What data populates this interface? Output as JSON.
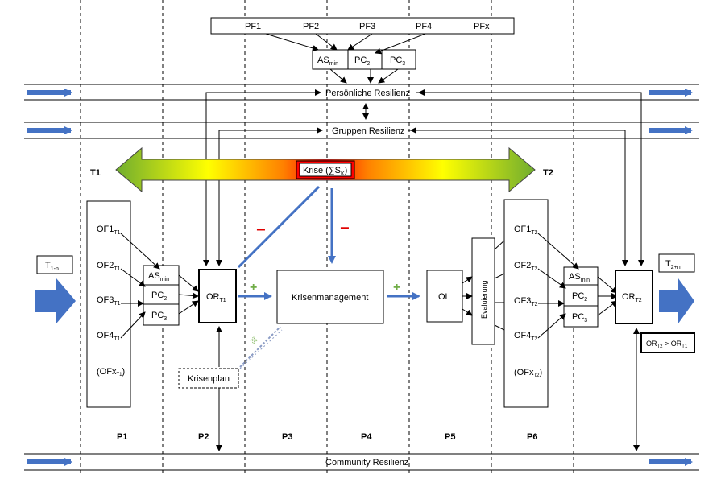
{
  "pf_bar": {
    "items": [
      "PF1",
      "PF2",
      "PF3",
      "PF4",
      "PFx"
    ]
  },
  "pc_top": {
    "as": "AS",
    "as_sub": "min",
    "pc2": "PC",
    "pc2_sub": "2",
    "pc3": "PC",
    "pc3_sub": "3"
  },
  "bands": {
    "personal": "Persönliche Resilienz",
    "group": "Gruppen Resilienz",
    "community": "Community Resilienz"
  },
  "timeline": {
    "t1": "T1",
    "t2": "T2",
    "crisis_label": "Krise (∑S",
    "crisis_sub": "K",
    "crisis_close": ")"
  },
  "left_time": {
    "main": "T",
    "sub": "1-n"
  },
  "right_time": {
    "main": "T",
    "sub": "2+n"
  },
  "of_t1": {
    "items": [
      {
        "main": "OF1",
        "sub": "T1"
      },
      {
        "main": "OF2",
        "sub": "T1"
      },
      {
        "main": "OF3",
        "sub": "T1"
      },
      {
        "main": "OF4",
        "sub": "T1"
      }
    ],
    "extra_main": "(OFx",
    "extra_sub": "T1",
    "extra_close": ")"
  },
  "of_t2": {
    "items": [
      {
        "main": "OF1",
        "sub": "T2"
      },
      {
        "main": "OF2",
        "sub": "T2"
      },
      {
        "main": "OF3",
        "sub": "T2"
      },
      {
        "main": "OF4",
        "sub": "T2"
      }
    ],
    "extra_main": "(OFx",
    "extra_sub": "T2",
    "extra_close": ")"
  },
  "pc_left": {
    "as": "AS",
    "as_sub": "min",
    "pc2": "PC",
    "pc2_sub": "2",
    "pc3": "PC",
    "pc3_sub": "3"
  },
  "pc_right": {
    "as": "AS",
    "as_sub": "min",
    "pc2": "PC",
    "pc2_sub": "2",
    "pc3": "PC",
    "pc3_sub": "3"
  },
  "or_t1": {
    "main": "OR",
    "sub": "T1"
  },
  "or_t2": {
    "main": "OR",
    "sub": "T2"
  },
  "compare": {
    "a": "OR",
    "a_sub": "T2",
    "op": " > ",
    "b": "OR",
    "b_sub": "T1"
  },
  "krisenmanagement": "Krisenmanagement",
  "krisenplan": "Krisenplan",
  "ol": "OL",
  "evaluierung": "Evaluierung",
  "phases": [
    "P1",
    "P2",
    "P3",
    "P4",
    "P5",
    "P6"
  ],
  "signs": {
    "minus": "−",
    "plus": "+"
  },
  "colors": {
    "blue_arrow": "#4472c4",
    "crisis_red": "#e00000",
    "gradient_green": "#70ad2f",
    "gradient_yellow": "#ffff00",
    "plus_green": "#70ad47",
    "minus_red": "#e00000"
  }
}
